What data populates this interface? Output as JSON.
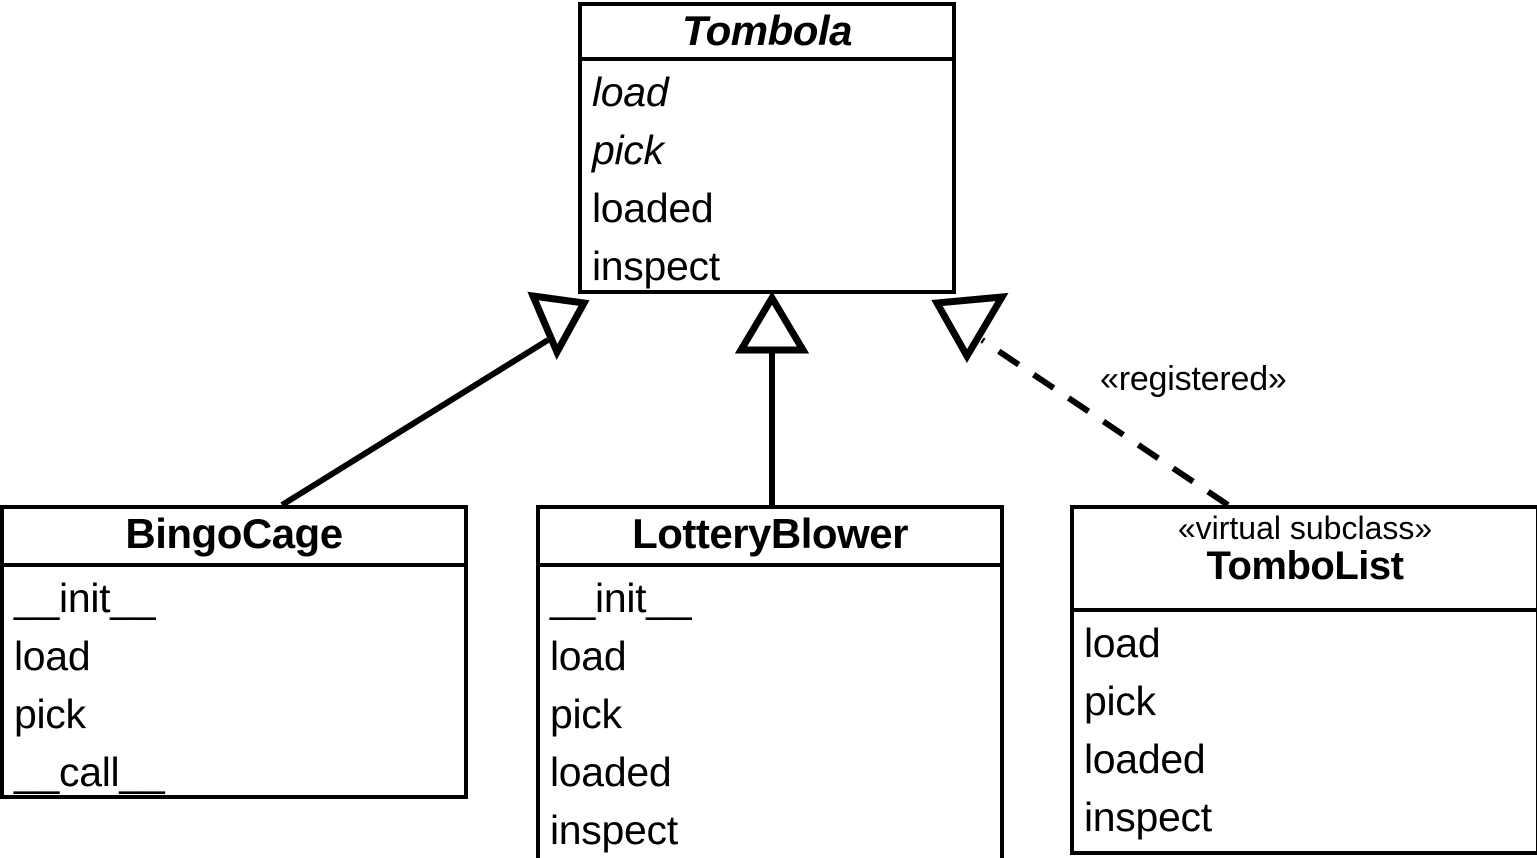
{
  "diagram": {
    "title": "Tombola ABC UML class diagram",
    "type": "uml-class-diagram",
    "background": "#ffffff",
    "line_color": "#000000"
  },
  "classes": {
    "tombola": {
      "name": "Tombola",
      "abstract": true,
      "members": [
        {
          "name": "load",
          "abstract": true
        },
        {
          "name": "pick",
          "abstract": true
        },
        {
          "name": "loaded",
          "abstract": false
        },
        {
          "name": "inspect",
          "abstract": false
        }
      ]
    },
    "bingocage": {
      "name": "BingoCage",
      "abstract": false,
      "members": [
        {
          "name": "__init__",
          "abstract": false
        },
        {
          "name": "load",
          "abstract": false
        },
        {
          "name": "pick",
          "abstract": false
        },
        {
          "name": "__call__",
          "abstract": false
        }
      ]
    },
    "lotteryblower": {
      "name": "LotteryBlower",
      "abstract": false,
      "members": [
        {
          "name": "__init__",
          "abstract": false
        },
        {
          "name": "load",
          "abstract": false
        },
        {
          "name": "pick",
          "abstract": false
        },
        {
          "name": "loaded",
          "abstract": false
        },
        {
          "name": "inspect",
          "abstract": false
        }
      ]
    },
    "tombolist": {
      "stereotype": "«virtual subclass»",
      "name": "TomboList",
      "abstract": false,
      "members": [
        {
          "name": "load",
          "abstract": false
        },
        {
          "name": "pick",
          "abstract": false
        },
        {
          "name": "loaded",
          "abstract": false
        },
        {
          "name": "inspect",
          "abstract": false
        }
      ]
    }
  },
  "relationships": [
    {
      "id": "bingocage-to-tombola",
      "from": "BingoCage",
      "to": "Tombola",
      "kind": "generalization",
      "style": "solid",
      "arrowhead": "hollow-triangle",
      "label": ""
    },
    {
      "id": "lotteryblower-to-tombola",
      "from": "LotteryBlower",
      "to": "Tombola",
      "kind": "generalization",
      "style": "solid",
      "arrowhead": "hollow-triangle",
      "label": ""
    },
    {
      "id": "tombolist-to-tombola",
      "from": "TomboList",
      "to": "Tombola",
      "kind": "realization",
      "style": "dashed",
      "arrowhead": "hollow-triangle",
      "label": "«registered»"
    }
  ]
}
